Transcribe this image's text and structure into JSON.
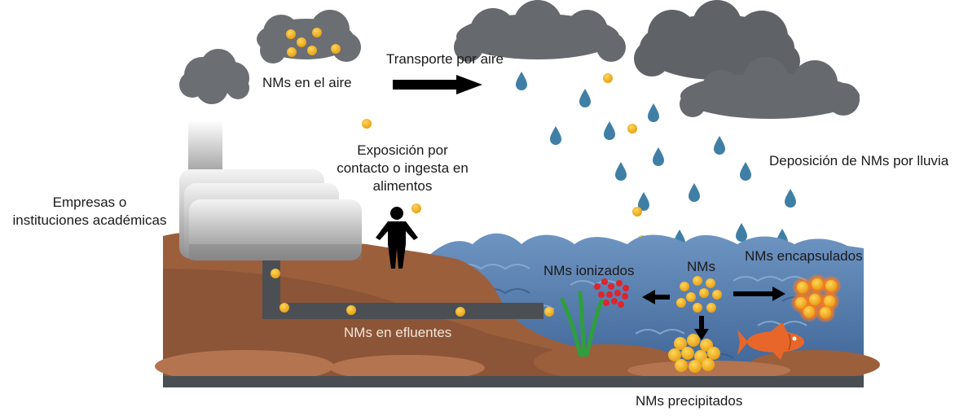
{
  "labels": {
    "nms_air": "NMs en el aire",
    "transport_air": "Transporte por aire",
    "exposure_line1": "Exposición por",
    "exposure_line2": "contacto o ingesta en",
    "exposure_line3": "alimentos",
    "companies_line1": "Empresas o",
    "companies_line2": "instituciones académicas",
    "rain_deposition": "Deposición de NMs por lluvia",
    "nms_encapsulated": "NMs encapsulados",
    "nms_ionized": "NMs ionizados",
    "nms": "NMs",
    "nms_effluents": "NMs en efluentes",
    "nms_precipitated": "NMs precipitados"
  },
  "colors": {
    "nanoparticle": "#f2b21b",
    "ionized": "#e0242c",
    "raindrop": "#3f7fa6",
    "cloud": "#6b6e72",
    "water": "#6f93bf",
    "soil": "#9c5f3c",
    "fish": "#e8662a",
    "plant": "#2f9e3f",
    "arrow": "#000000"
  },
  "icons": [
    "cloud-icon",
    "raindrop-icon",
    "factory-icon",
    "person-icon",
    "fish-icon",
    "seaweed-icon",
    "arrow-icon"
  ]
}
